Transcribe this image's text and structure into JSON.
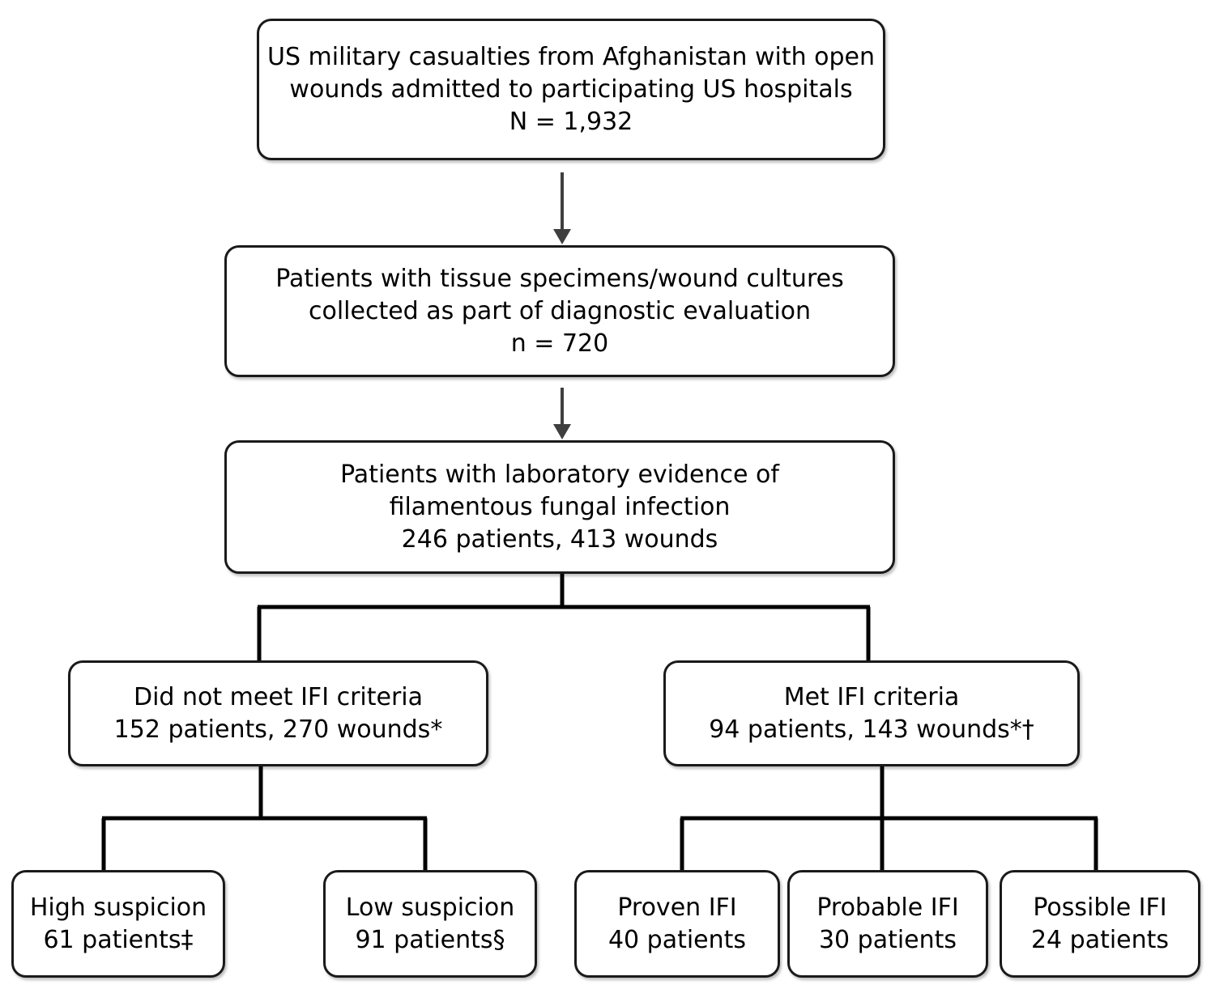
{
  "nodes": {
    "all_casualties": {
      "line1": "US military casualties from Afghanistan with open",
      "line2": "wounds admitted to participating US hospitals",
      "line3": "N = 1,932"
    },
    "specimens": {
      "line1": "Patients with tissue specimens/wound cultures",
      "line2": "collected as part of diagnostic evaluation",
      "line3": "n = 720"
    },
    "lab_evidence": {
      "line1": "Patients with laboratory evidence of",
      "line2": "filamentous fungal infection",
      "line3": "246 patients, 413 wounds"
    },
    "not_met": {
      "line1": "Did not meet IFI criteria",
      "line2": "152 patients, 270 wounds*"
    },
    "met": {
      "line1": "Met IFI criteria",
      "line2": "94 patients, 143 wounds*†"
    },
    "high_suspicion": {
      "line1": "High suspicion",
      "line2": "61 patients‡"
    },
    "low_suspicion": {
      "line1": "Low suspicion",
      "line2": "91 patients§"
    },
    "proven": {
      "line1": "Proven IFI",
      "line2": "40 patients"
    },
    "probable": {
      "line1": "Probable IFI",
      "line2": "30 patients"
    },
    "possible": {
      "line1": "Possible IFI",
      "line2": "24 patients"
    }
  },
  "colors": {
    "arrow": "#3f3f3f",
    "connector": "#000000",
    "border": "#1a1a1a"
  }
}
